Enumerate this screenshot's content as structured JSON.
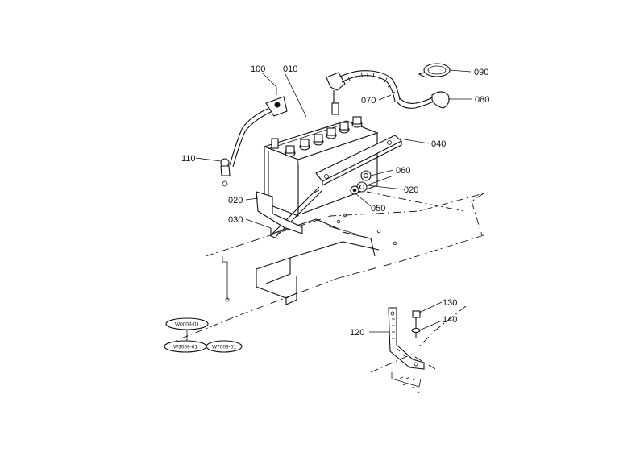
{
  "part_labels": {
    "p010": "010",
    "p020a": "020",
    "p020b": "020",
    "p030": "030",
    "p040": "040",
    "p050": "050",
    "p060": "060",
    "p070": "070",
    "p080": "080",
    "p090": "090",
    "p100": "100",
    "p110": "110",
    "p120": "120",
    "p130": "130",
    "p140": "140"
  },
  "code_labels": {
    "c1": "W0008-01",
    "c2": "W3059-01",
    "c3": "W7009-01"
  }
}
